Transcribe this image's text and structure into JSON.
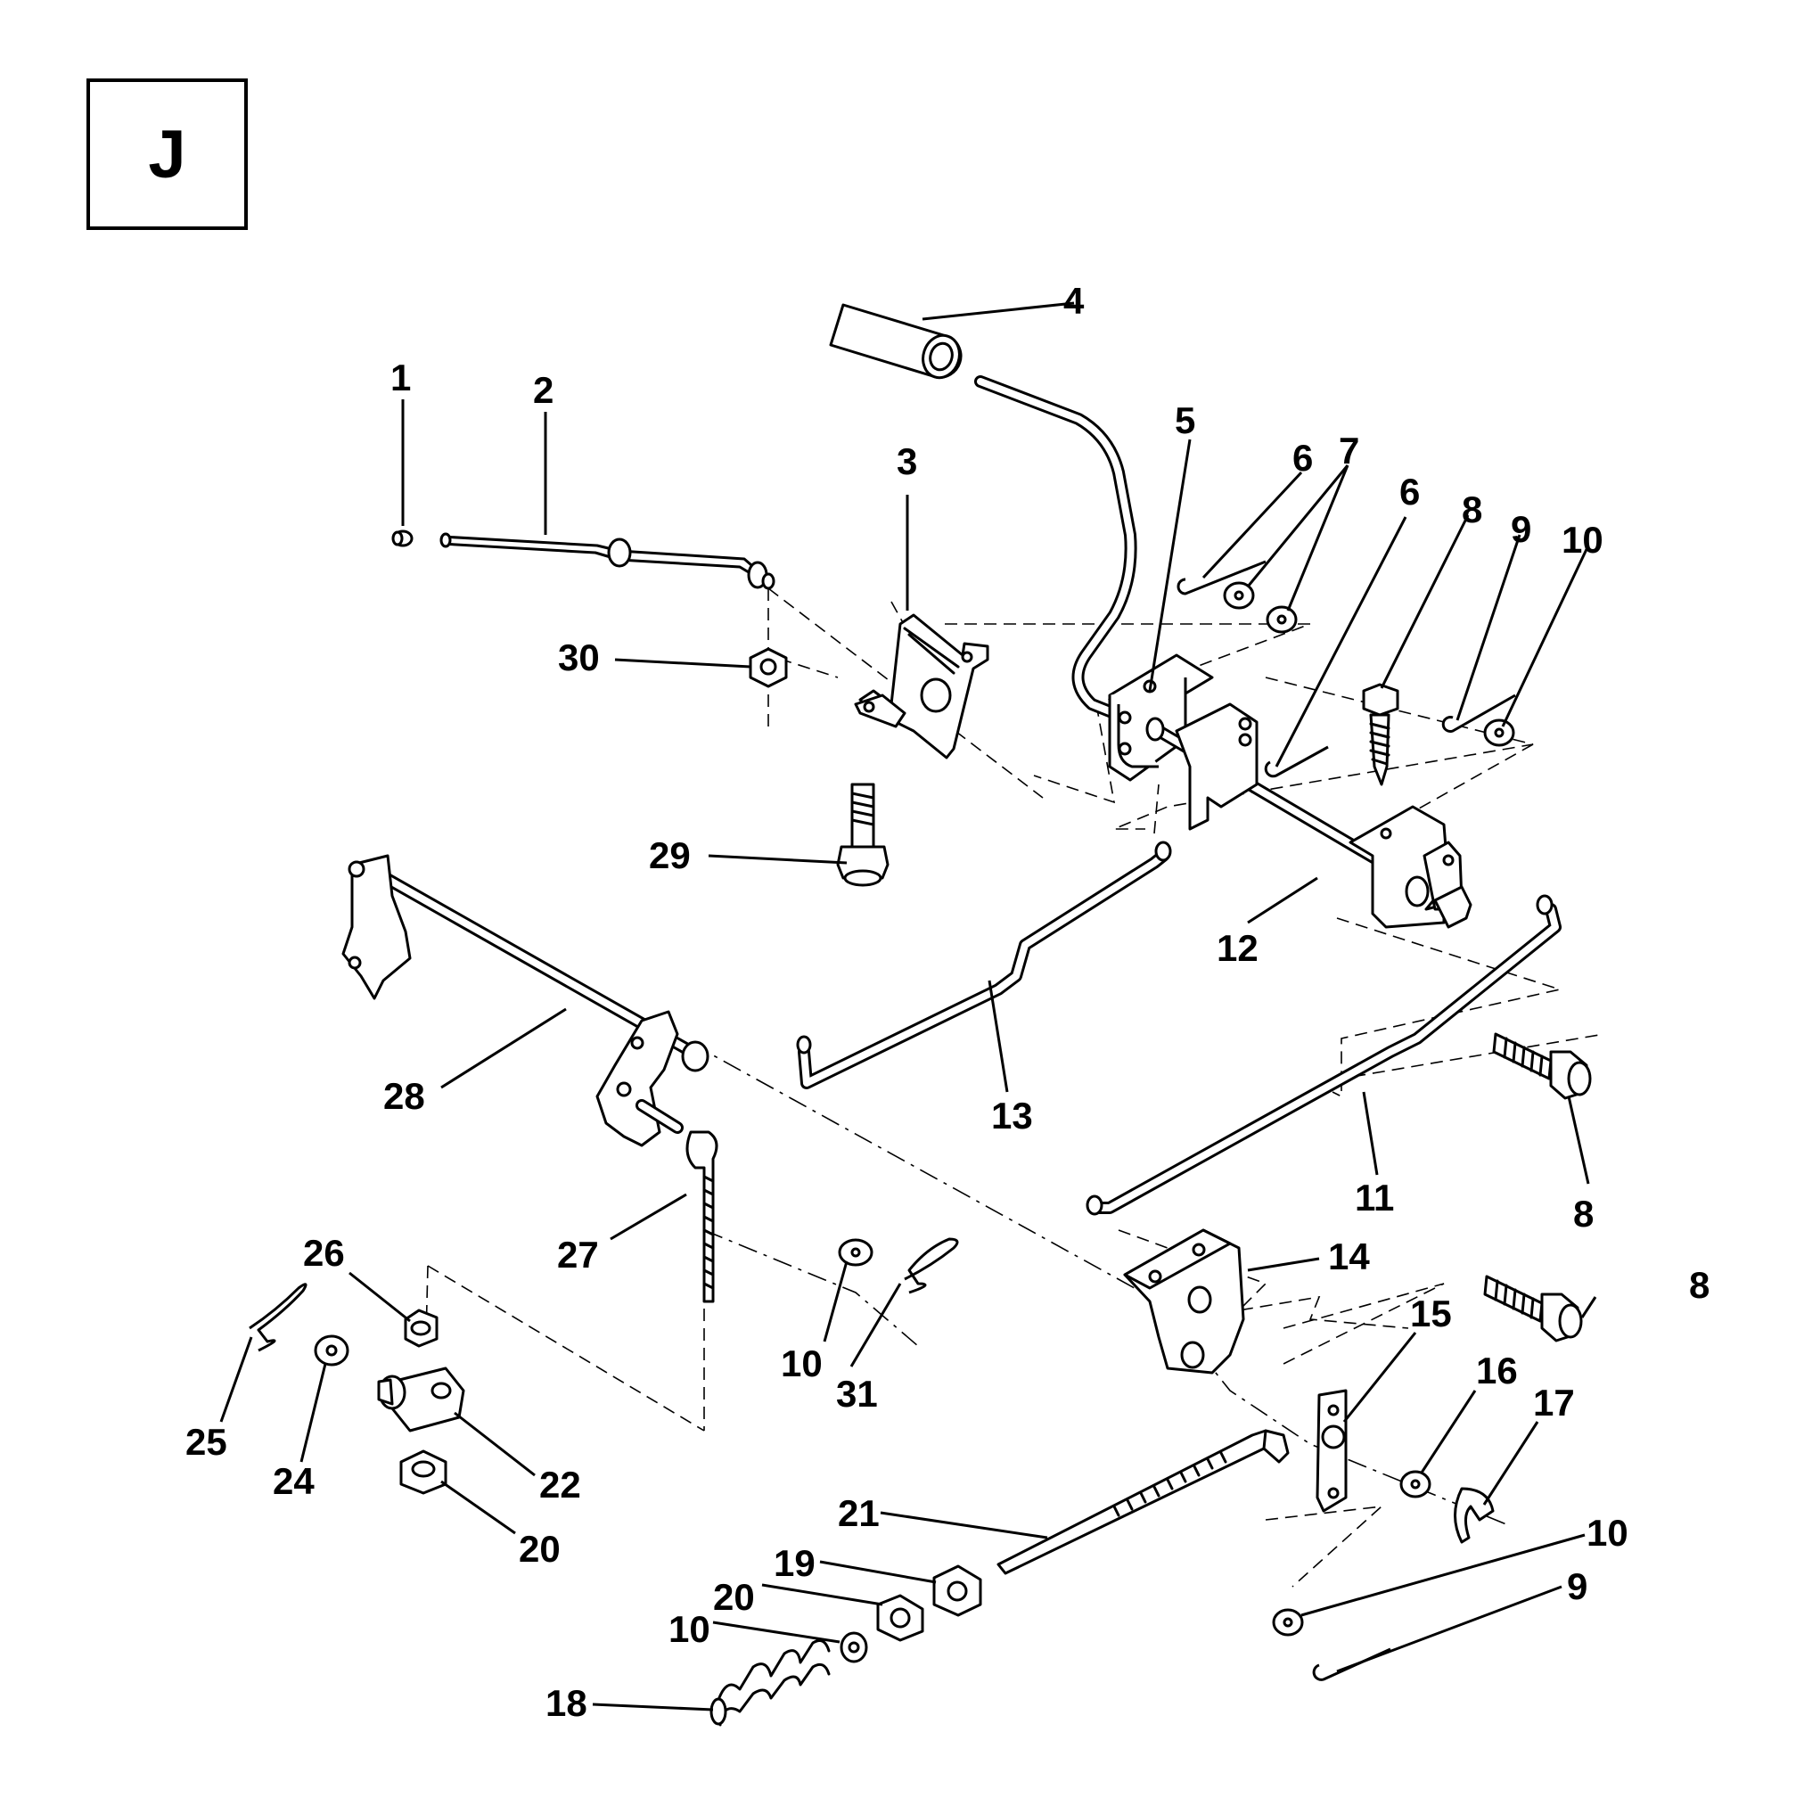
{
  "section": {
    "letter": "J"
  },
  "callouts": [
    {
      "id": "c1",
      "label": "1"
    },
    {
      "id": "c2",
      "label": "2"
    },
    {
      "id": "c3",
      "label": "3"
    },
    {
      "id": "c4",
      "label": "4"
    },
    {
      "id": "c5",
      "label": "5"
    },
    {
      "id": "c6a",
      "label": "6"
    },
    {
      "id": "c7",
      "label": "7"
    },
    {
      "id": "c6b",
      "label": "6"
    },
    {
      "id": "c8a",
      "label": "8"
    },
    {
      "id": "c9a",
      "label": "9"
    },
    {
      "id": "c10a",
      "label": "10"
    },
    {
      "id": "c30",
      "label": "30"
    },
    {
      "id": "c29",
      "label": "29"
    },
    {
      "id": "c12",
      "label": "12"
    },
    {
      "id": "c13",
      "label": "13"
    },
    {
      "id": "c28",
      "label": "28"
    },
    {
      "id": "c8b",
      "label": "8"
    },
    {
      "id": "c11",
      "label": "11"
    },
    {
      "id": "c27",
      "label": "27"
    },
    {
      "id": "c26",
      "label": "26"
    },
    {
      "id": "c14",
      "label": "14"
    },
    {
      "id": "c8c",
      "label": "8"
    },
    {
      "id": "c10b",
      "label": "10"
    },
    {
      "id": "c31",
      "label": "31"
    },
    {
      "id": "c15",
      "label": "15"
    },
    {
      "id": "c16",
      "label": "16"
    },
    {
      "id": "c17",
      "label": "17"
    },
    {
      "id": "c25",
      "label": "25"
    },
    {
      "id": "c24",
      "label": "24"
    },
    {
      "id": "c22",
      "label": "22"
    },
    {
      "id": "c20a",
      "label": "20"
    },
    {
      "id": "c21",
      "label": "21"
    },
    {
      "id": "c19",
      "label": "19"
    },
    {
      "id": "c20b",
      "label": "20"
    },
    {
      "id": "c10c",
      "label": "10"
    },
    {
      "id": "c10d",
      "label": "10"
    },
    {
      "id": "c9b",
      "label": "9"
    },
    {
      "id": "c18",
      "label": "18"
    }
  ]
}
